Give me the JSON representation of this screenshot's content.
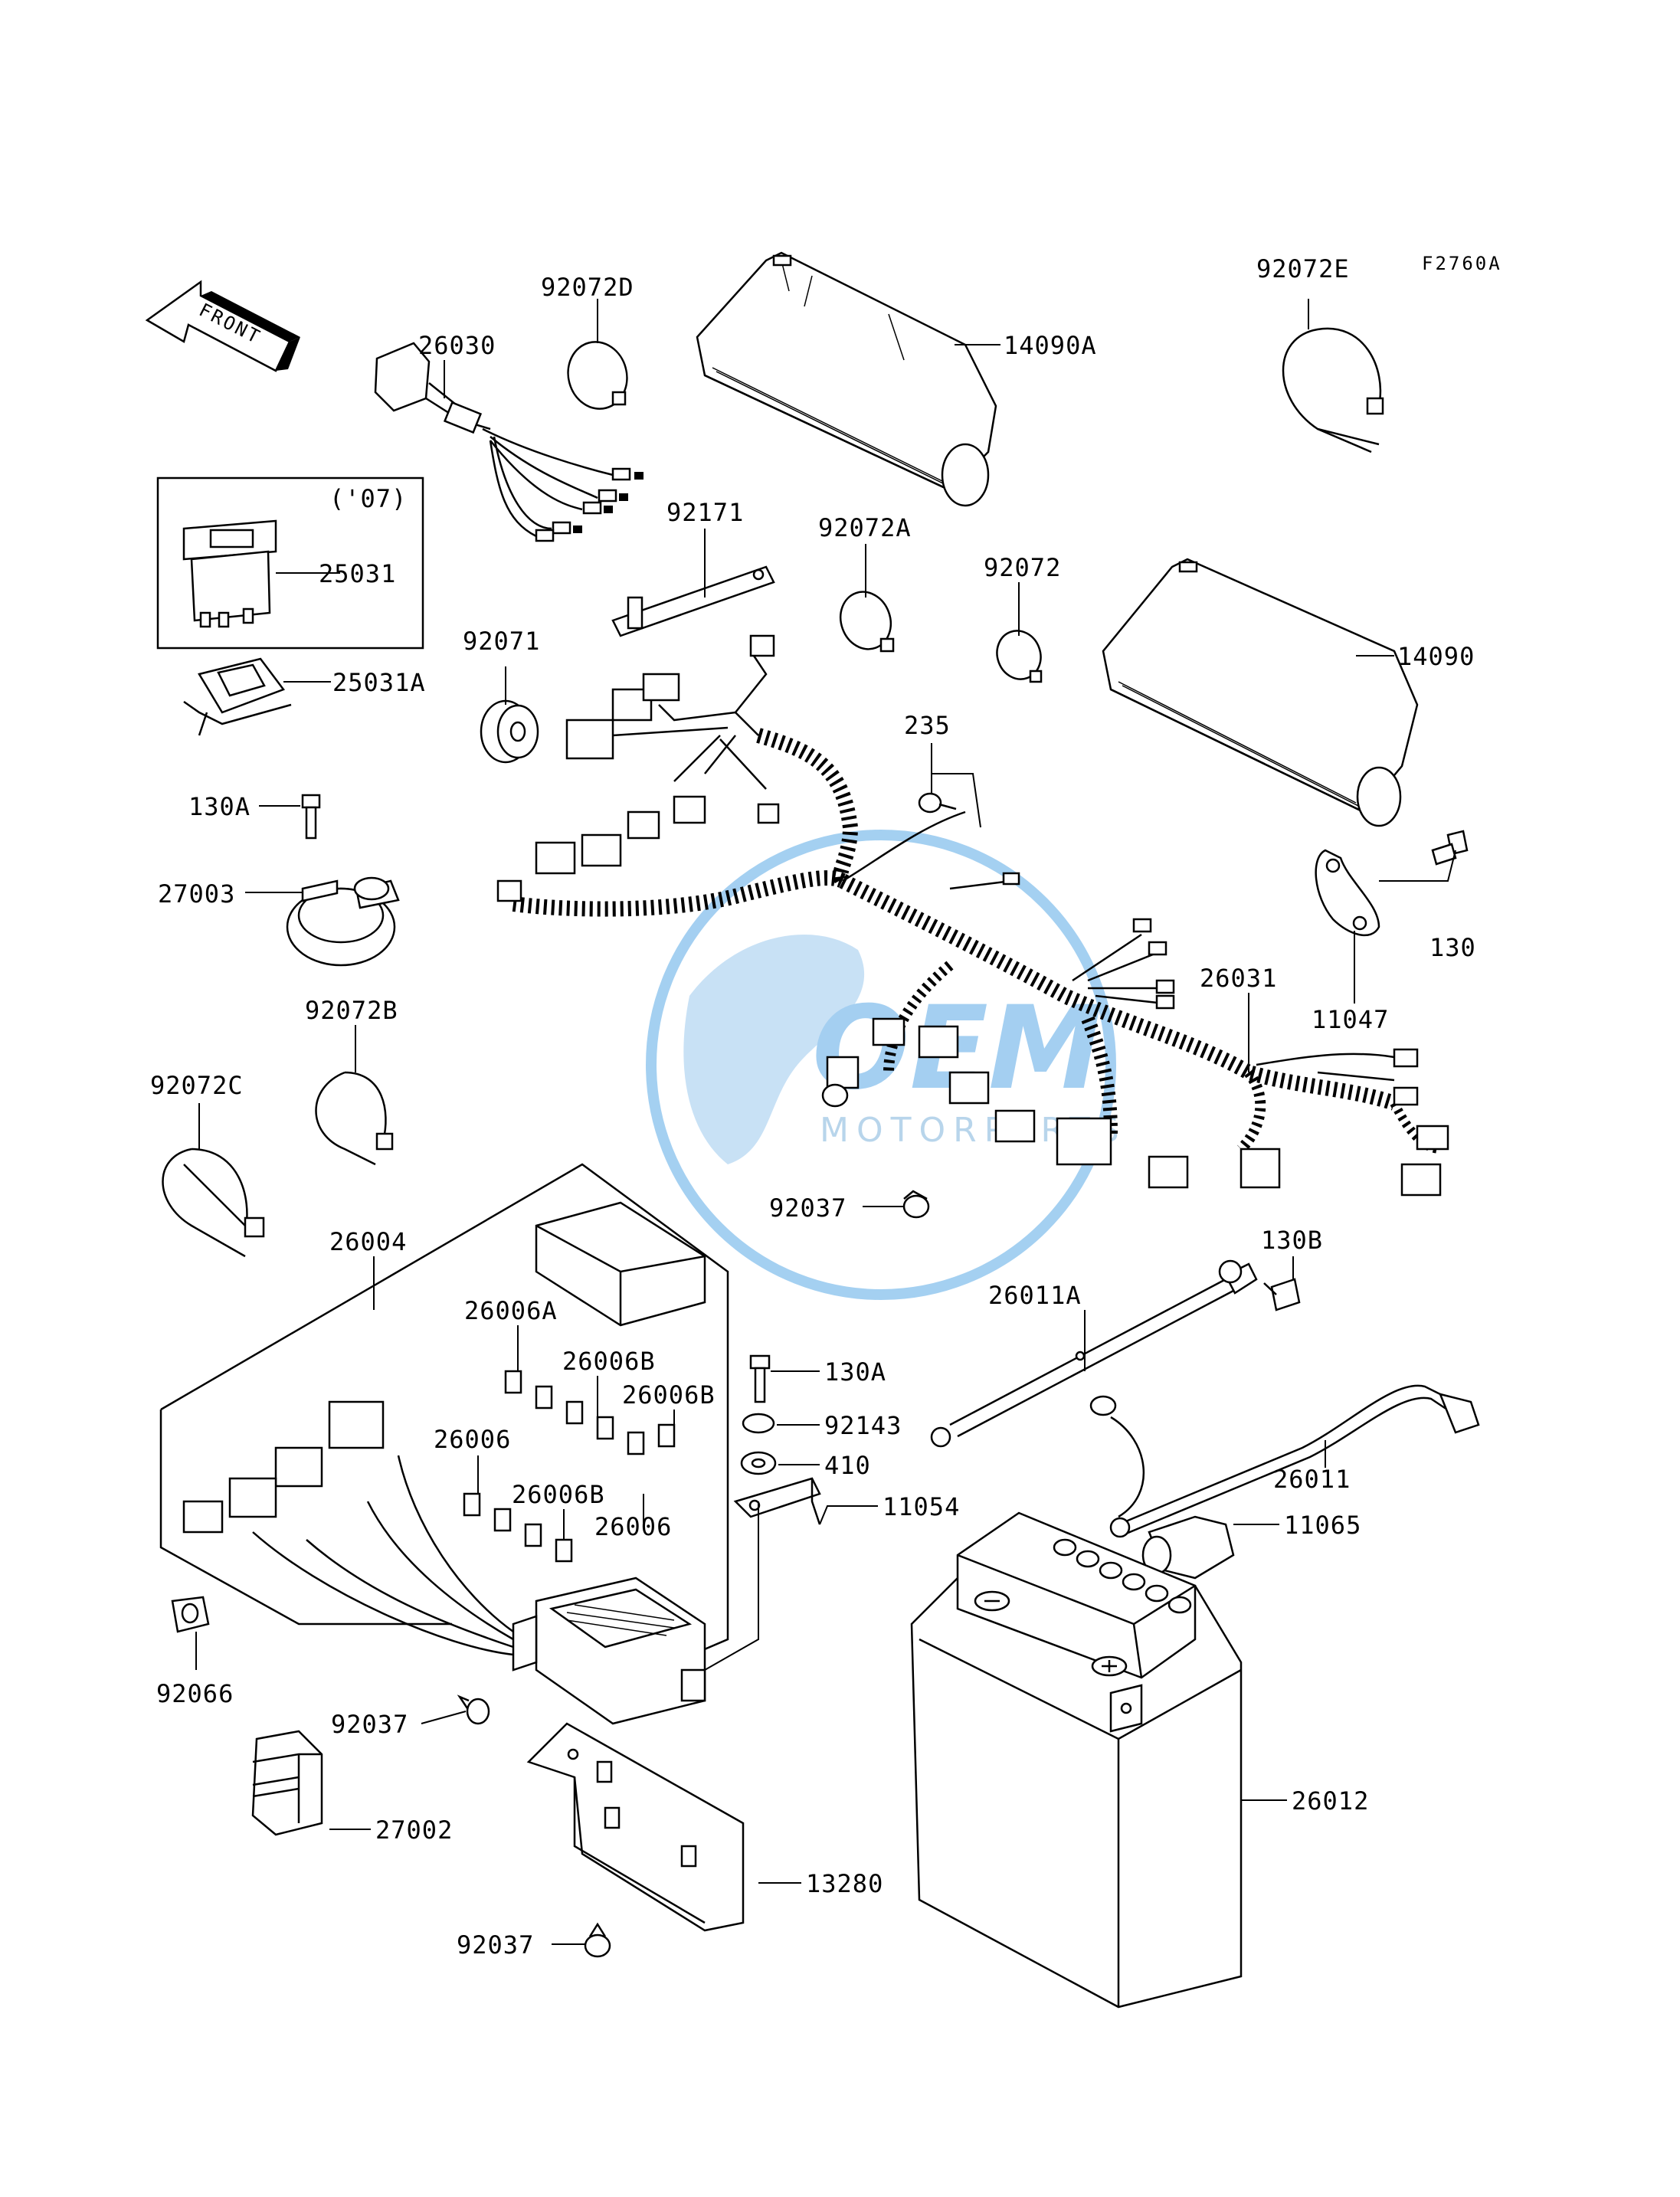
{
  "diagram": {
    "figure_code": "F2760A",
    "front_label": "FRONT",
    "year_note": "('07)",
    "watermark": {
      "brand": "OEM",
      "sub": "MOTORPARTS",
      "color": "#5aa9e6"
    },
    "parts": {
      "p92072D": "92072D",
      "p26030": "26030",
      "p14090A": "14090A",
      "p92072E": "92072E",
      "p25031": "25031",
      "p25031A": "25031A",
      "p92171": "92171",
      "p92072A": "92072A",
      "p92072": "92072",
      "p14090": "14090",
      "p92071": "92071",
      "p235": "235",
      "p130A_top": "130A",
      "p27003": "27003",
      "p130": "130",
      "p11047": "11047",
      "p92072B": "92072B",
      "p26031": "26031",
      "p92072C": "92072C",
      "p92037_mid": "92037",
      "p130B": "130B",
      "p26004": "26004",
      "p26006A": "26006A",
      "p26006B_a": "26006B",
      "p26006B_b": "26006B",
      "p26006_a": "26006",
      "p26006B_c": "26006B",
      "p26006_b": "26006",
      "p130A_mid": "130A",
      "p92143": "92143",
      "p410": "410",
      "p11054": "11054",
      "p26011A": "26011A",
      "p26011": "26011",
      "p11065": "11065",
      "p92066": "92066",
      "p92037_low": "92037",
      "p27002": "27002",
      "p26012": "26012",
      "p13280": "13280",
      "p92037_bot": "92037"
    }
  }
}
